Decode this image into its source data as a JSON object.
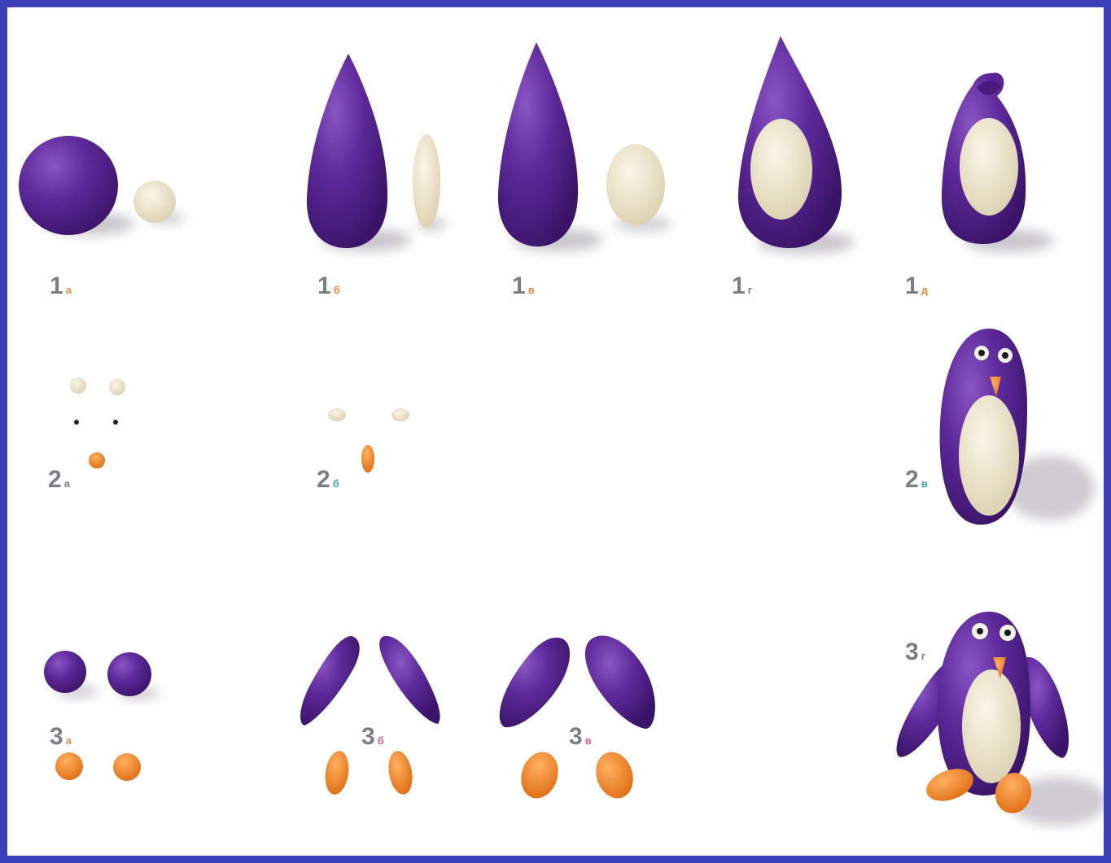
{
  "colors": {
    "frame": "#3b40b8",
    "plasticine_purple": "#5a2395",
    "plasticine_cream": "#efe6cf",
    "plasticine_orange": "#f0852a",
    "step_number": "#7a7f86",
    "step_letter_orange": "#f08a3a",
    "step_letter_teal": "#3fa6a0",
    "step_letter_pink": "#e0608a"
  },
  "steps": [
    {
      "num": "1",
      "letter": "а"
    },
    {
      "num": "1",
      "letter": "б"
    },
    {
      "num": "1",
      "letter": "в"
    },
    {
      "num": "1",
      "letter": "г"
    },
    {
      "num": "1",
      "letter": "д"
    },
    {
      "num": "2",
      "letter": "а"
    },
    {
      "num": "2",
      "letter": "б"
    },
    {
      "num": "2",
      "letter": "в"
    },
    {
      "num": "3",
      "letter": "а"
    },
    {
      "num": "3",
      "letter": "б"
    },
    {
      "num": "3",
      "letter": "в"
    },
    {
      "num": "3",
      "letter": "г"
    }
  ]
}
